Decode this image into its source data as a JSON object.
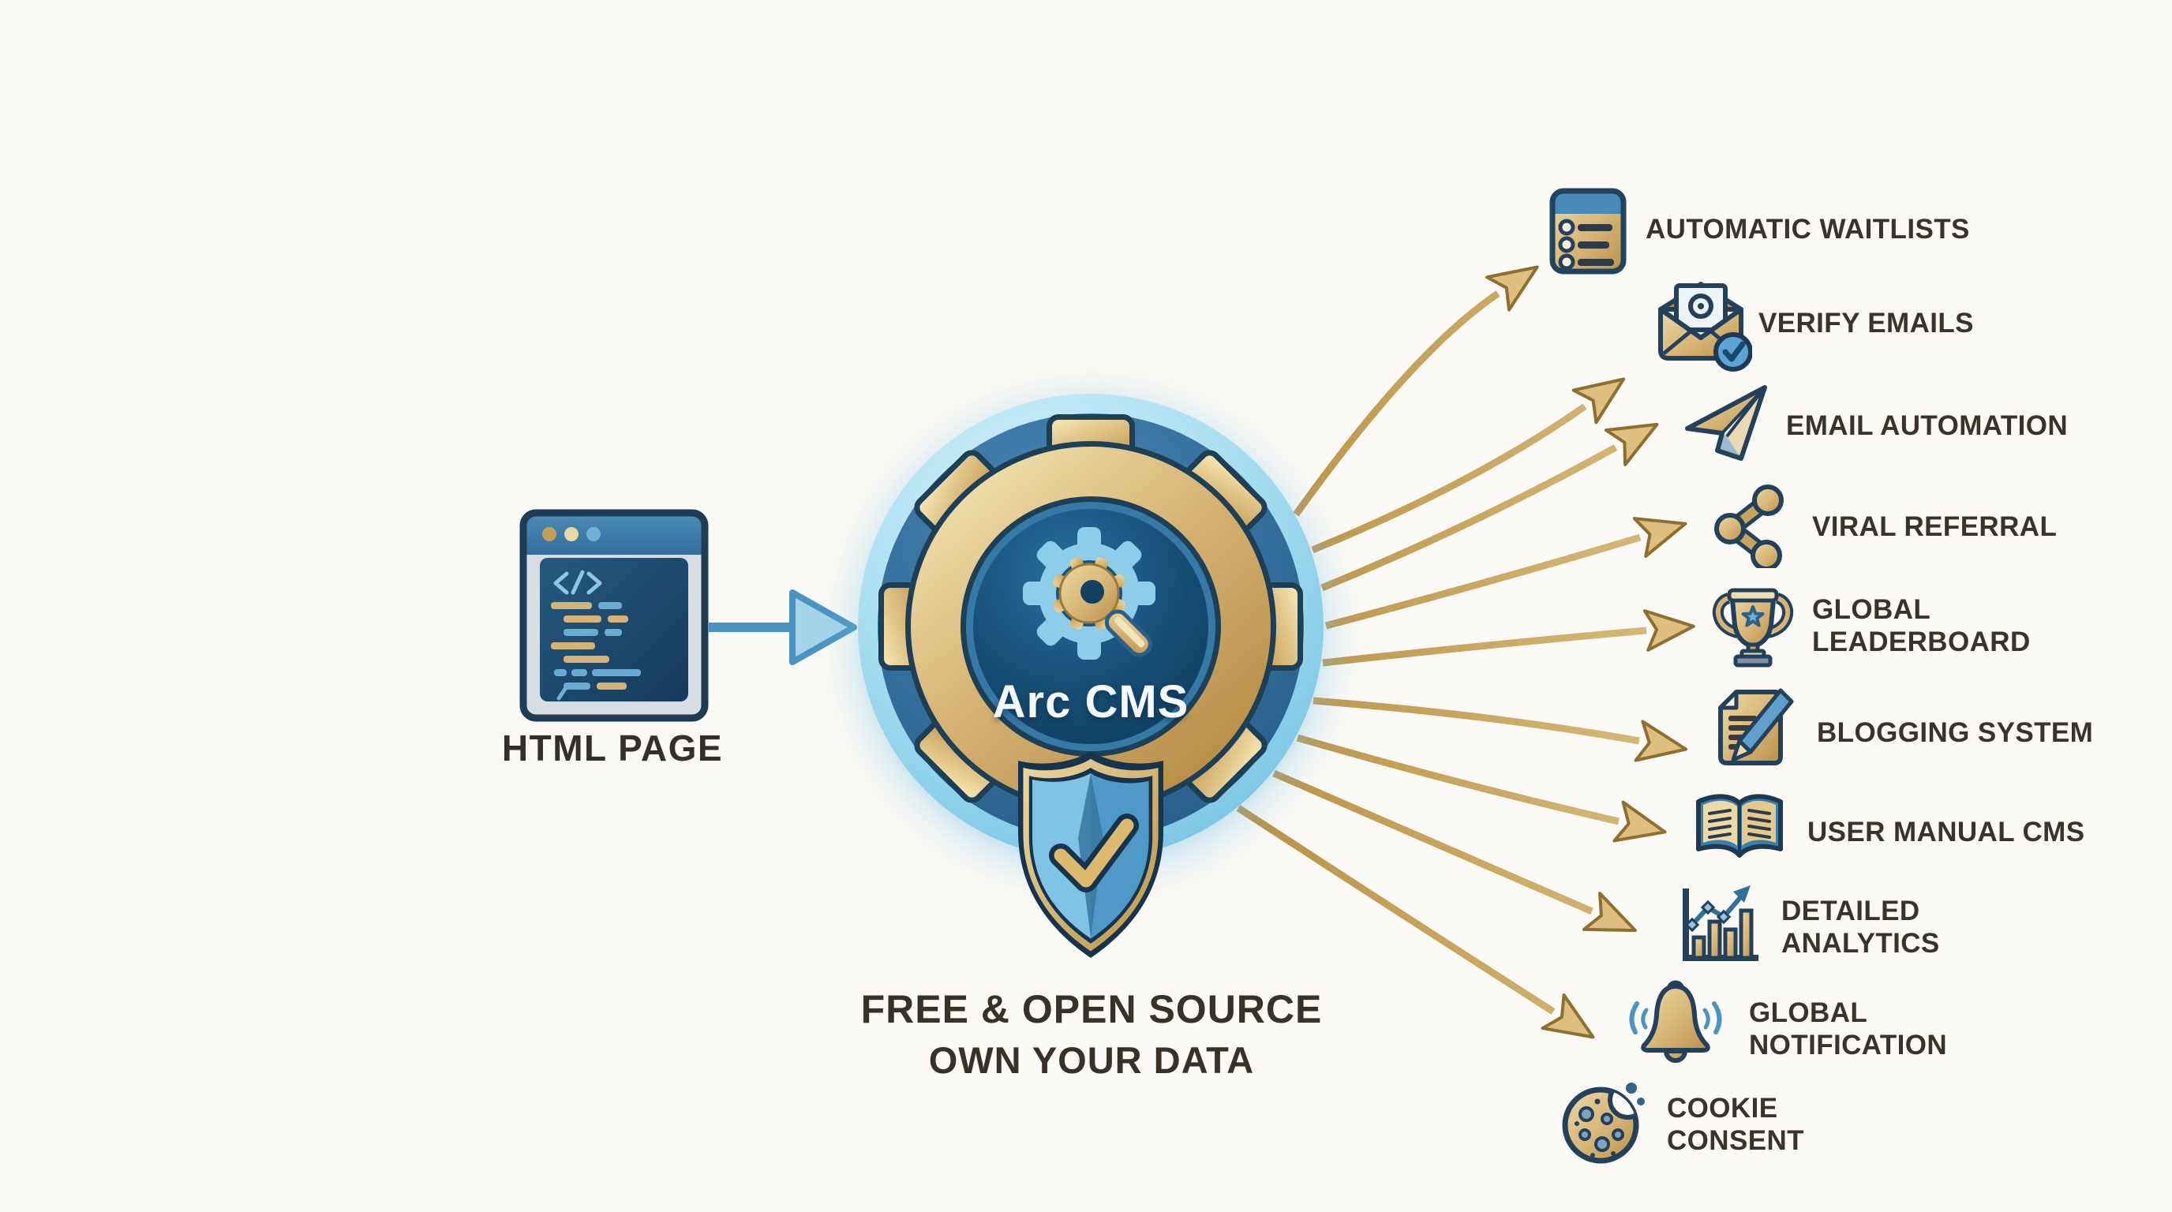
{
  "source": {
    "label": "HTML PAGE"
  },
  "center": {
    "title": "Arc CMS",
    "tagline_line1": "FREE & OPEN SOURCE",
    "tagline_line2": "OWN YOUR DATA"
  },
  "features": [
    {
      "label": "AUTOMATIC WAITLISTS",
      "icon": "checklist-icon"
    },
    {
      "label": "VERIFY EMAILS",
      "icon": "email-verified-icon"
    },
    {
      "label": "EMAIL AUTOMATION",
      "icon": "paper-plane-icon"
    },
    {
      "label": "VIRAL REFERRAL",
      "icon": "share-network-icon"
    },
    {
      "label": "GLOBAL LEADERBOARD",
      "icon": "trophy-icon"
    },
    {
      "label": "BLOGGING SYSTEM",
      "icon": "document-pencil-icon"
    },
    {
      "label": "USER MANUAL CMS",
      "icon": "open-book-icon"
    },
    {
      "label": "DETAILED ANALYTICS",
      "icon": "bar-chart-icon"
    },
    {
      "label": "GLOBAL NOTIFICATION",
      "icon": "bell-icon"
    },
    {
      "label": "COOKIE CONSENT",
      "icon": "cookie-icon"
    }
  ],
  "colors": {
    "gold": "#c9a45c",
    "navy": "#24415c",
    "blue": "#4a94c4",
    "light_blue": "#8ecde9",
    "text": "#3a332c",
    "background": "#fcfaf6"
  }
}
